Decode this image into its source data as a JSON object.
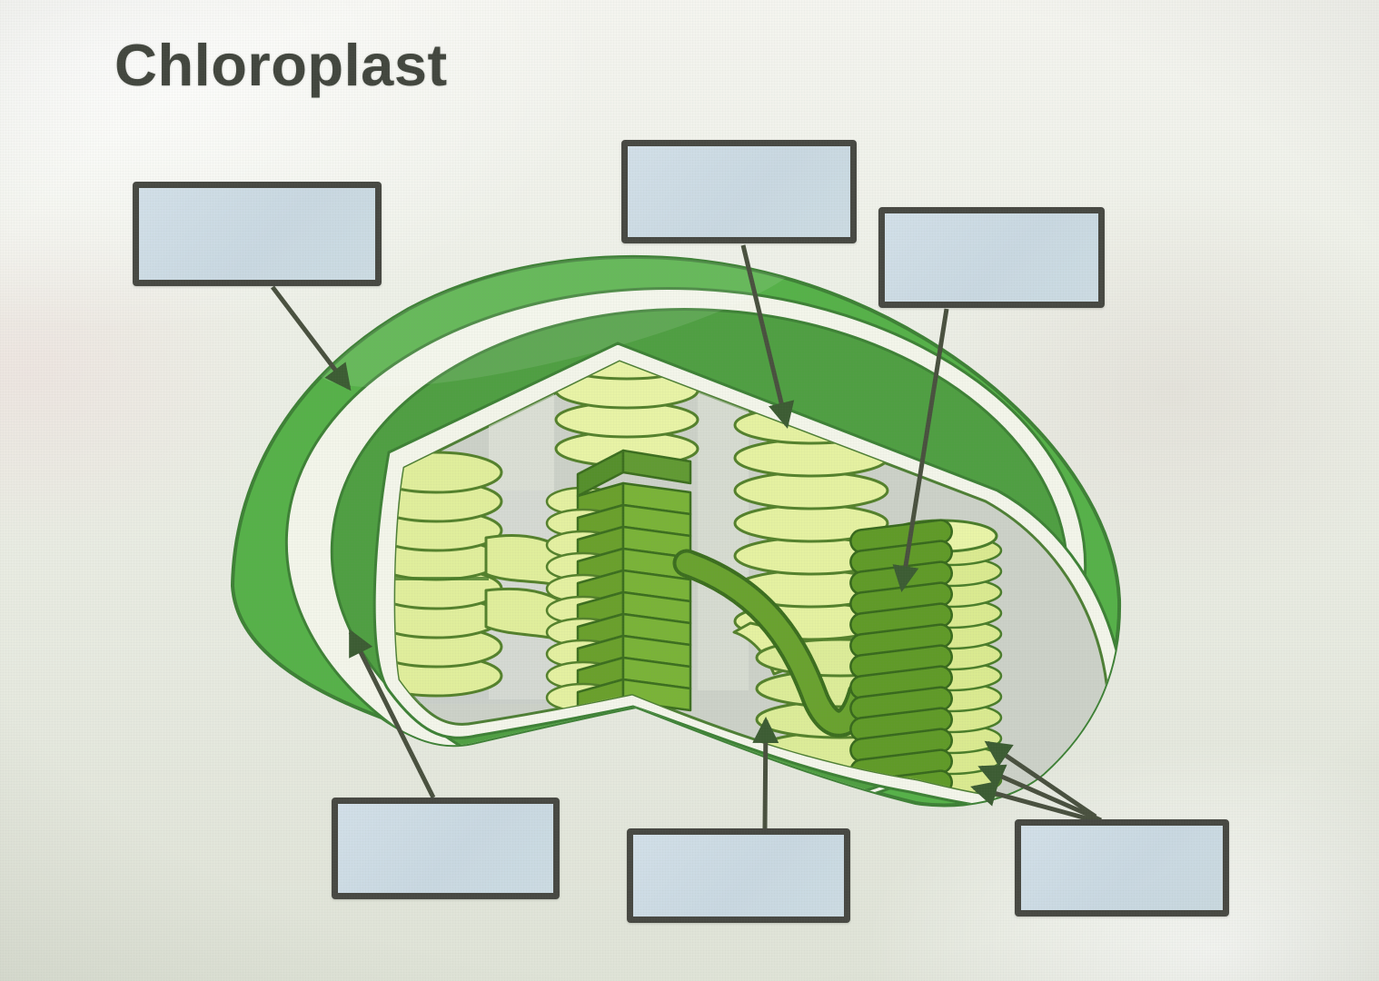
{
  "title": "Chloroplast",
  "diagram": {
    "type": "labeled-biology-diagram",
    "subject": "Chloroplast cutaway illustration with blank fill-in label boxes",
    "label_boxes": [
      {
        "id": "top-left",
        "value": "",
        "arrow_count": 1,
        "arrow_points_to": "outer-membrane"
      },
      {
        "id": "top-middle",
        "value": "",
        "arrow_count": 1,
        "arrow_points_to": "granum-top-disk"
      },
      {
        "id": "top-right",
        "value": "",
        "arrow_count": 1,
        "arrow_points_to": "dark-granum-stack"
      },
      {
        "id": "bottom-left",
        "value": "",
        "arrow_count": 1,
        "arrow_points_to": "inner-membrane"
      },
      {
        "id": "bottom-middle",
        "value": "",
        "arrow_count": 1,
        "arrow_points_to": "stroma"
      },
      {
        "id": "bottom-right",
        "value": "",
        "arrow_count": 3,
        "arrow_points_to": "thylakoid-disks"
      }
    ]
  },
  "colors": {
    "background": "#e9ebe2",
    "title_text": "#42463e",
    "outer_membrane_green": "#56b149",
    "inner_membrane_green": "#4f9f42",
    "membrane_outline": "#3e8136",
    "stroma_gray": "#ccd1c8",
    "thylakoid_pale": "#e0ee9c",
    "thylakoid_outline": "#54812c",
    "granum_dark_green": "#6aa02c",
    "lamella_green": "#69a22f",
    "label_box_fill": "#cbdae3",
    "label_box_border": "#474842",
    "arrow_color": "#49503f",
    "arrowhead_color": "#3c5c33"
  }
}
